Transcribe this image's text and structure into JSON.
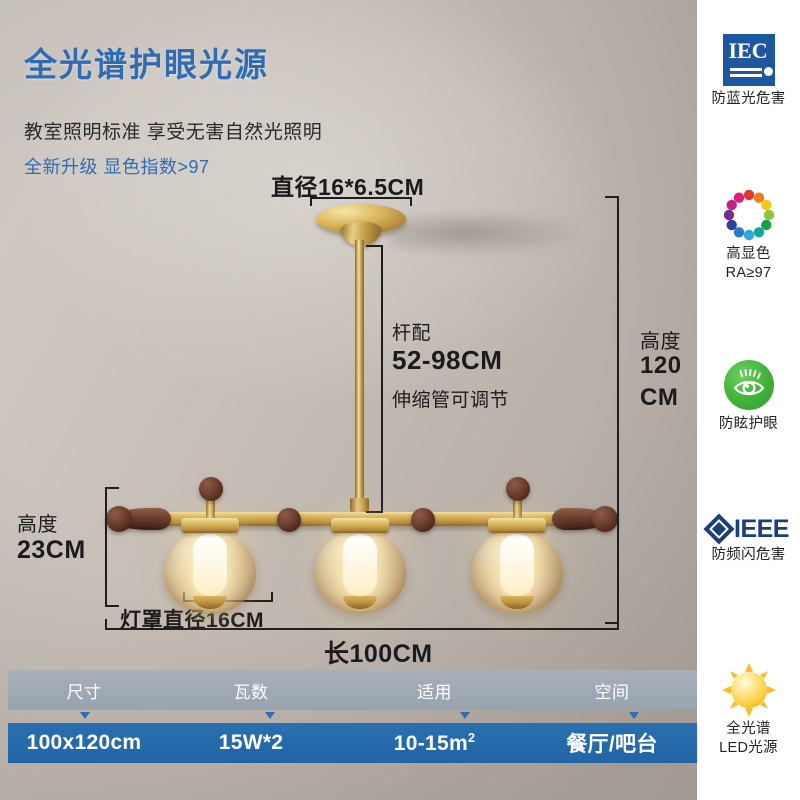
{
  "header": {
    "headline": "全光谱护眼光源",
    "subtitle_1": "教室照明标准 享受无害自然光照明",
    "subtitle_2": "全新升级 显色指数>97",
    "headline_color": "#2f6cb4",
    "subtitle_2_color": "#2f6cb4"
  },
  "dimensions": {
    "canopy_diameter": "直径16*6.5CM",
    "rod_caption": "杆配",
    "rod_range": "52-98CM",
    "rod_note": "伸缩管可调节",
    "total_height_label": "高度",
    "total_height_value": "120",
    "total_height_unit": "CM",
    "fixture_height_label": "高度",
    "fixture_height_value": "23CM",
    "shade_diameter": "灯罩直径16CM",
    "length": "长100CM"
  },
  "badges": [
    {
      "icon": "iec-certification-icon",
      "caption": "防蓝光危害",
      "text": "IEC",
      "color": "#1d57a0"
    },
    {
      "icon": "color-wheel-icon",
      "caption_line1": "高显色",
      "caption_line2": "RA≥97"
    },
    {
      "icon": "eye-protection-icon",
      "caption": "防眩护眼",
      "color": "#43b63c"
    },
    {
      "icon": "ieee-certification-icon",
      "caption": "防频闪危害",
      "text": "IEEE",
      "color": "#1b3f7a"
    },
    {
      "icon": "sun-icon",
      "caption_line1": "全光谱",
      "caption_line2": "LED光源",
      "color": "#f9c52e"
    }
  ],
  "spec_table": {
    "headers": [
      "尺寸",
      "瓦数",
      "适用",
      "空间"
    ],
    "values": [
      "100x120cm",
      "15W*2",
      "10-15m",
      "餐厅/吧台"
    ],
    "value_2_superscript": "2",
    "header_bg": "#98a3ae",
    "body_bg": "#2165a6",
    "marker_color": "#2f6cb4"
  },
  "product": {
    "globe_count": 3,
    "globe_color": "#c6924e",
    "metal_color": "#dcb95f",
    "wood_color": "#6d4030"
  }
}
